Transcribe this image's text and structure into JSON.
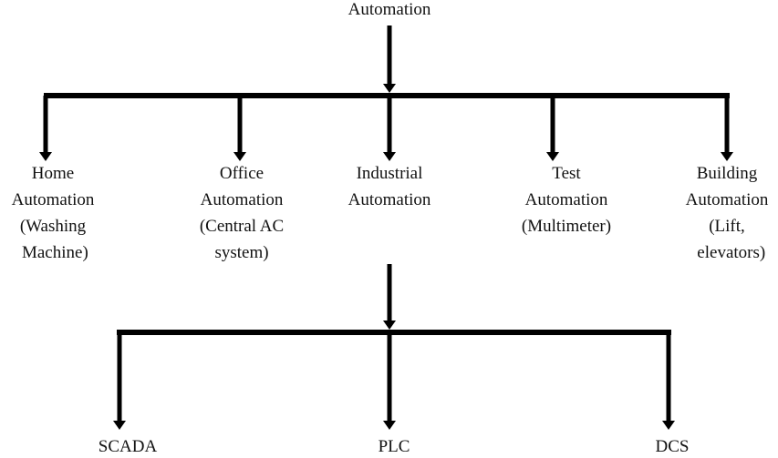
{
  "root": {
    "label": "Automation"
  },
  "level1": [
    {
      "lines": [
        "Home",
        "Automation",
        "(Washing",
        " Machine)"
      ]
    },
    {
      "lines": [
        "Office",
        "Automation",
        "(Central AC",
        "system)"
      ]
    },
    {
      "lines": [
        "Industrial",
        "Automation"
      ]
    },
    {
      "lines": [
        "Test",
        "Automation",
        "(Multimeter)"
      ]
    },
    {
      "lines": [
        "Building",
        "Automation",
        "(Lift,",
        "  elevators)"
      ]
    }
  ],
  "level2": [
    {
      "label": "SCADA"
    },
    {
      "label": "PLC"
    },
    {
      "label": "DCS"
    }
  ],
  "colors": {
    "line": "#000000",
    "text": "#111111"
  }
}
